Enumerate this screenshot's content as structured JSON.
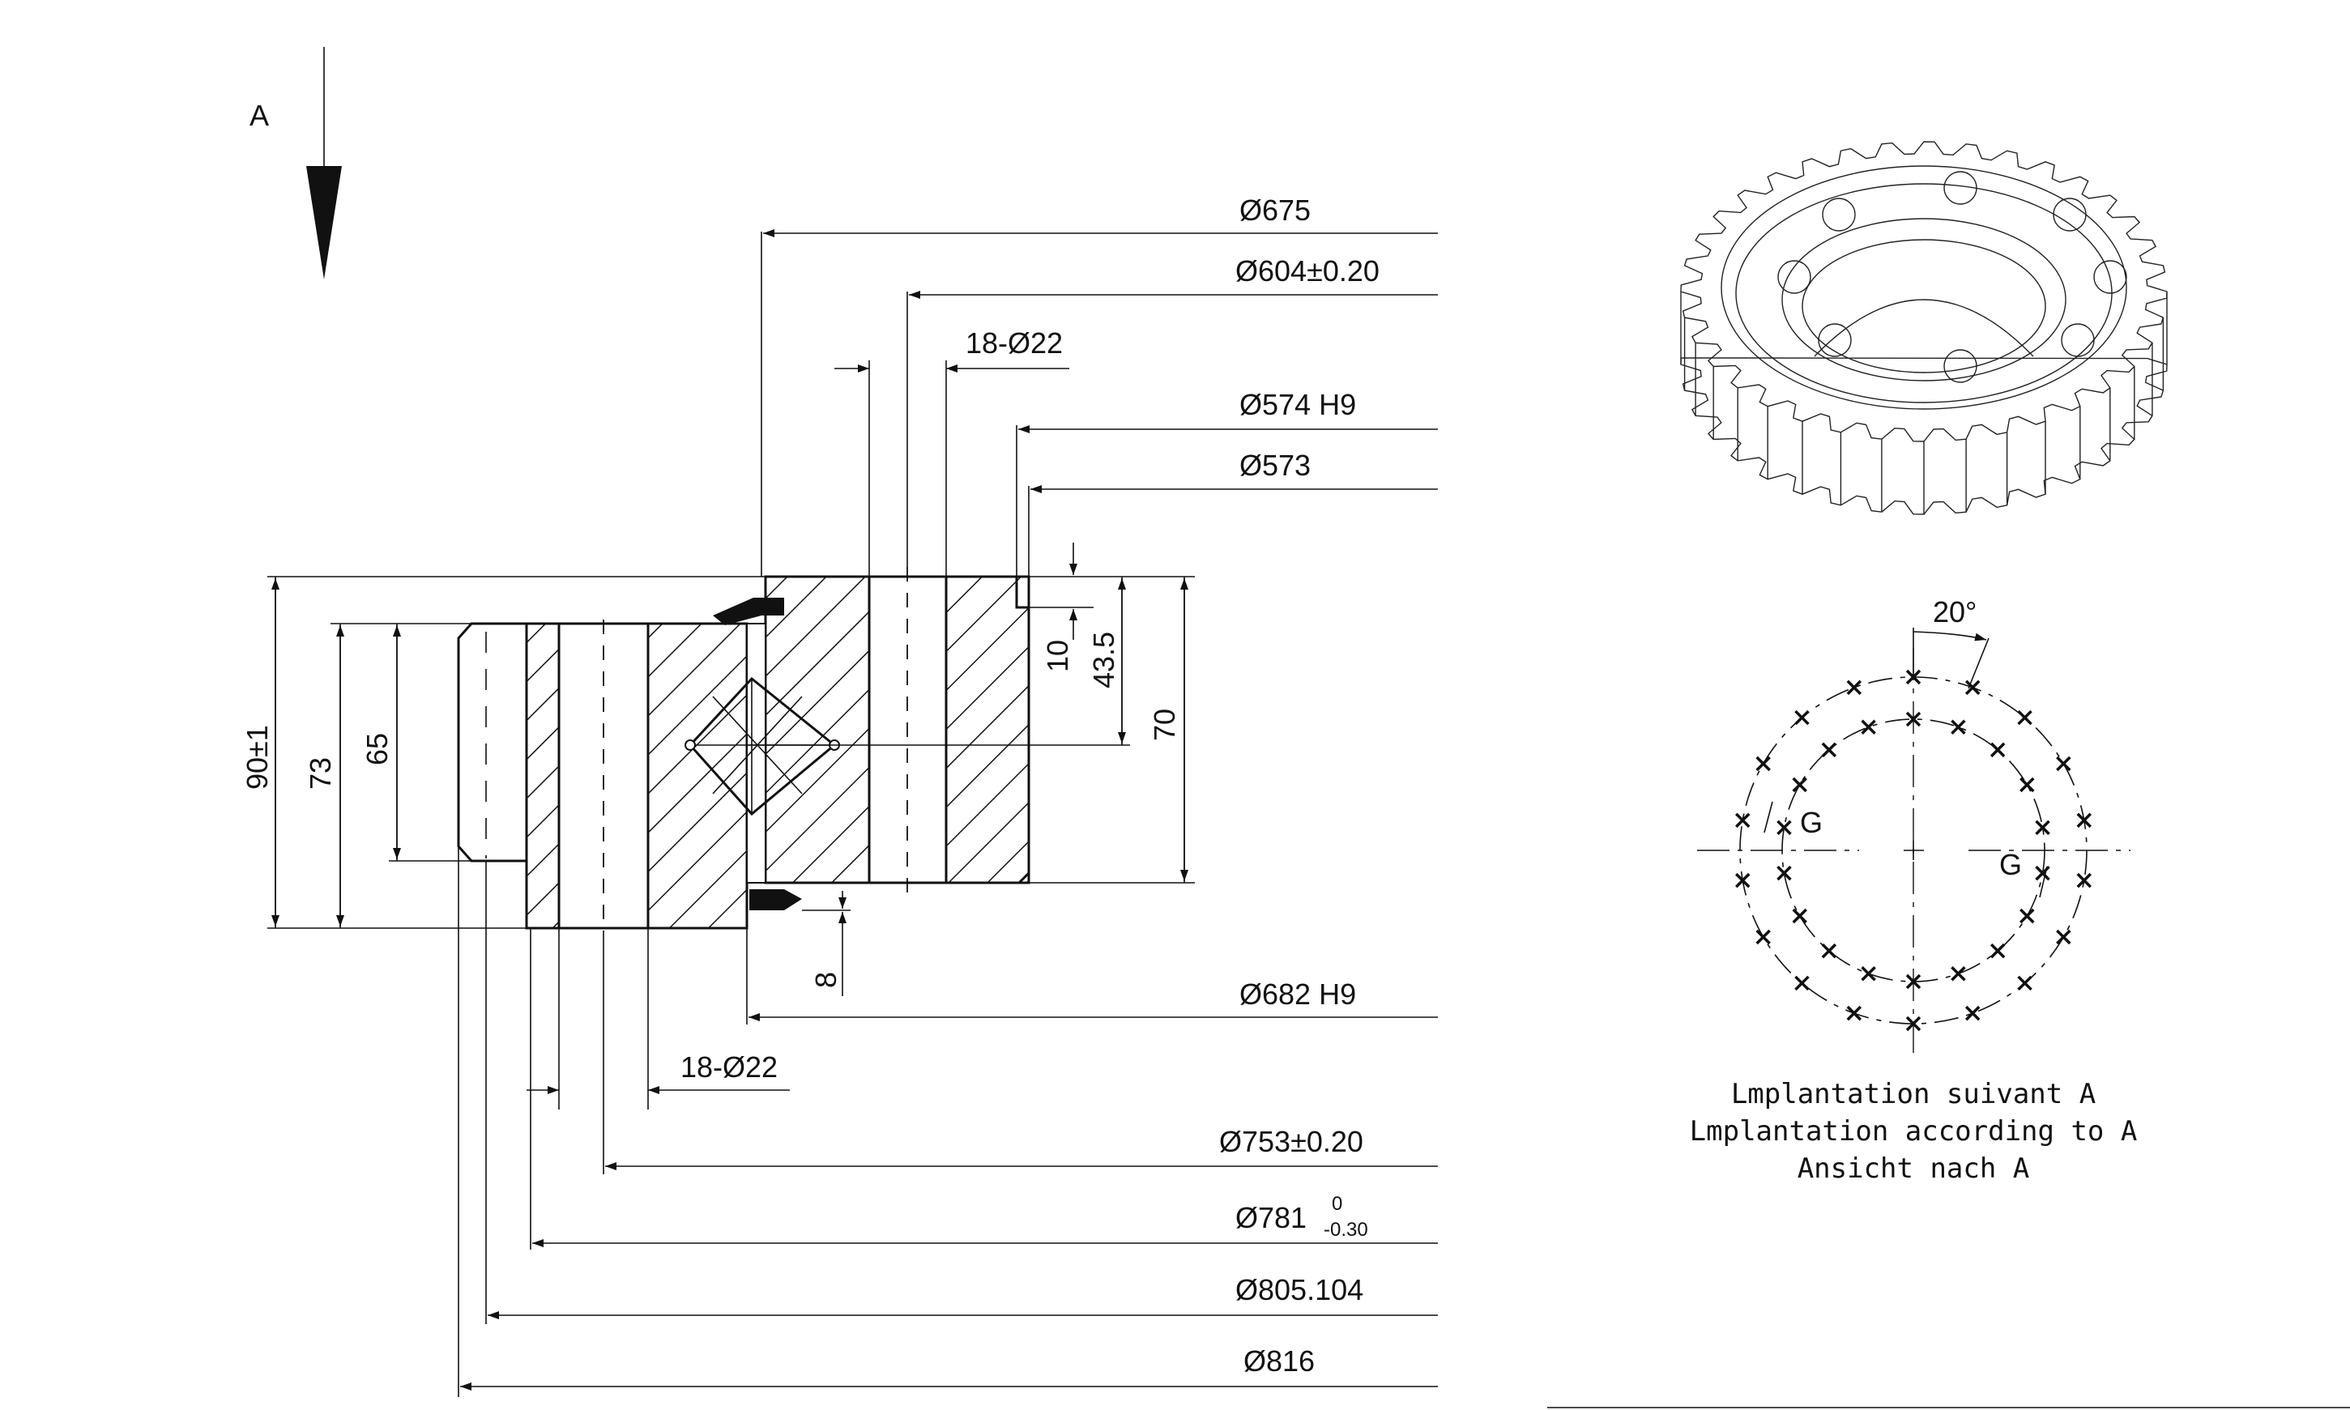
{
  "view_arrow": {
    "label": "A"
  },
  "dimensions": {
    "d675": "Ø675",
    "d604": "Ø604±0.20",
    "holes_top": "18-Ø22",
    "d574": "Ø574 H9",
    "d573": "Ø573",
    "d682": "Ø682 H9",
    "holes_bottom": "18-Ø22",
    "d753": "Ø753±0.20",
    "d781": "Ø781",
    "d781_tol_upper": "0",
    "d781_tol_lower": "-0.30",
    "d805": "Ø805.104",
    "d816": "Ø816",
    "h90": "90±1",
    "h73": "73",
    "h65": "65",
    "h70": "70",
    "h10": "10",
    "h43": "43.5",
    "h8": "8"
  },
  "layout_view": {
    "angle_label": "20°",
    "g_left": "G",
    "g_right": "G",
    "captions": [
      "Lmplantation suivant A",
      "Lmplantation according to A",
      "Ansicht nach A"
    ]
  }
}
